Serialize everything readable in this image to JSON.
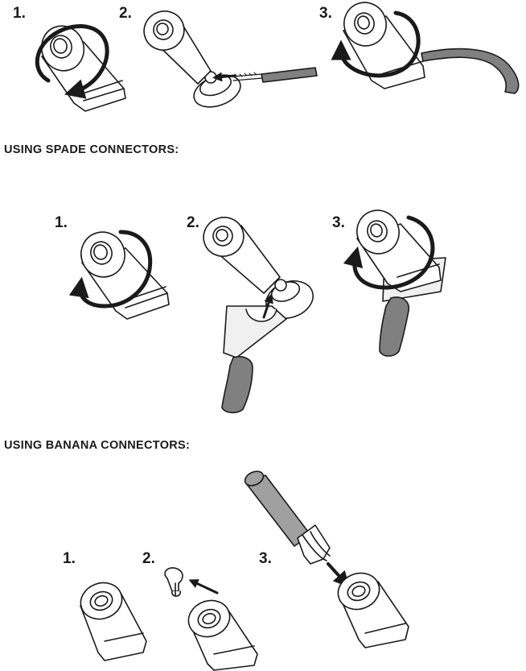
{
  "sections": {
    "bare_wire": {
      "steps": [
        "1.",
        "2.",
        "3."
      ]
    },
    "spade": {
      "heading": "USING SPADE CONNECTORS:",
      "steps": [
        "1.",
        "2.",
        "3."
      ]
    },
    "banana": {
      "heading": "USING BANANA CONNECTORS:",
      "steps": [
        "1.",
        "2.",
        "3."
      ]
    }
  },
  "colors": {
    "outline": "#1a1a1a",
    "cable_gray": "#808080",
    "plug_gray": "#a0a0a0",
    "spade_plate": "#f0f0f0"
  },
  "icons": {
    "rotate_counter_clockwise": "rotate-ccw-icon",
    "rotate_clockwise": "rotate-cw-icon",
    "insert_arrow": "arrow-icon"
  }
}
